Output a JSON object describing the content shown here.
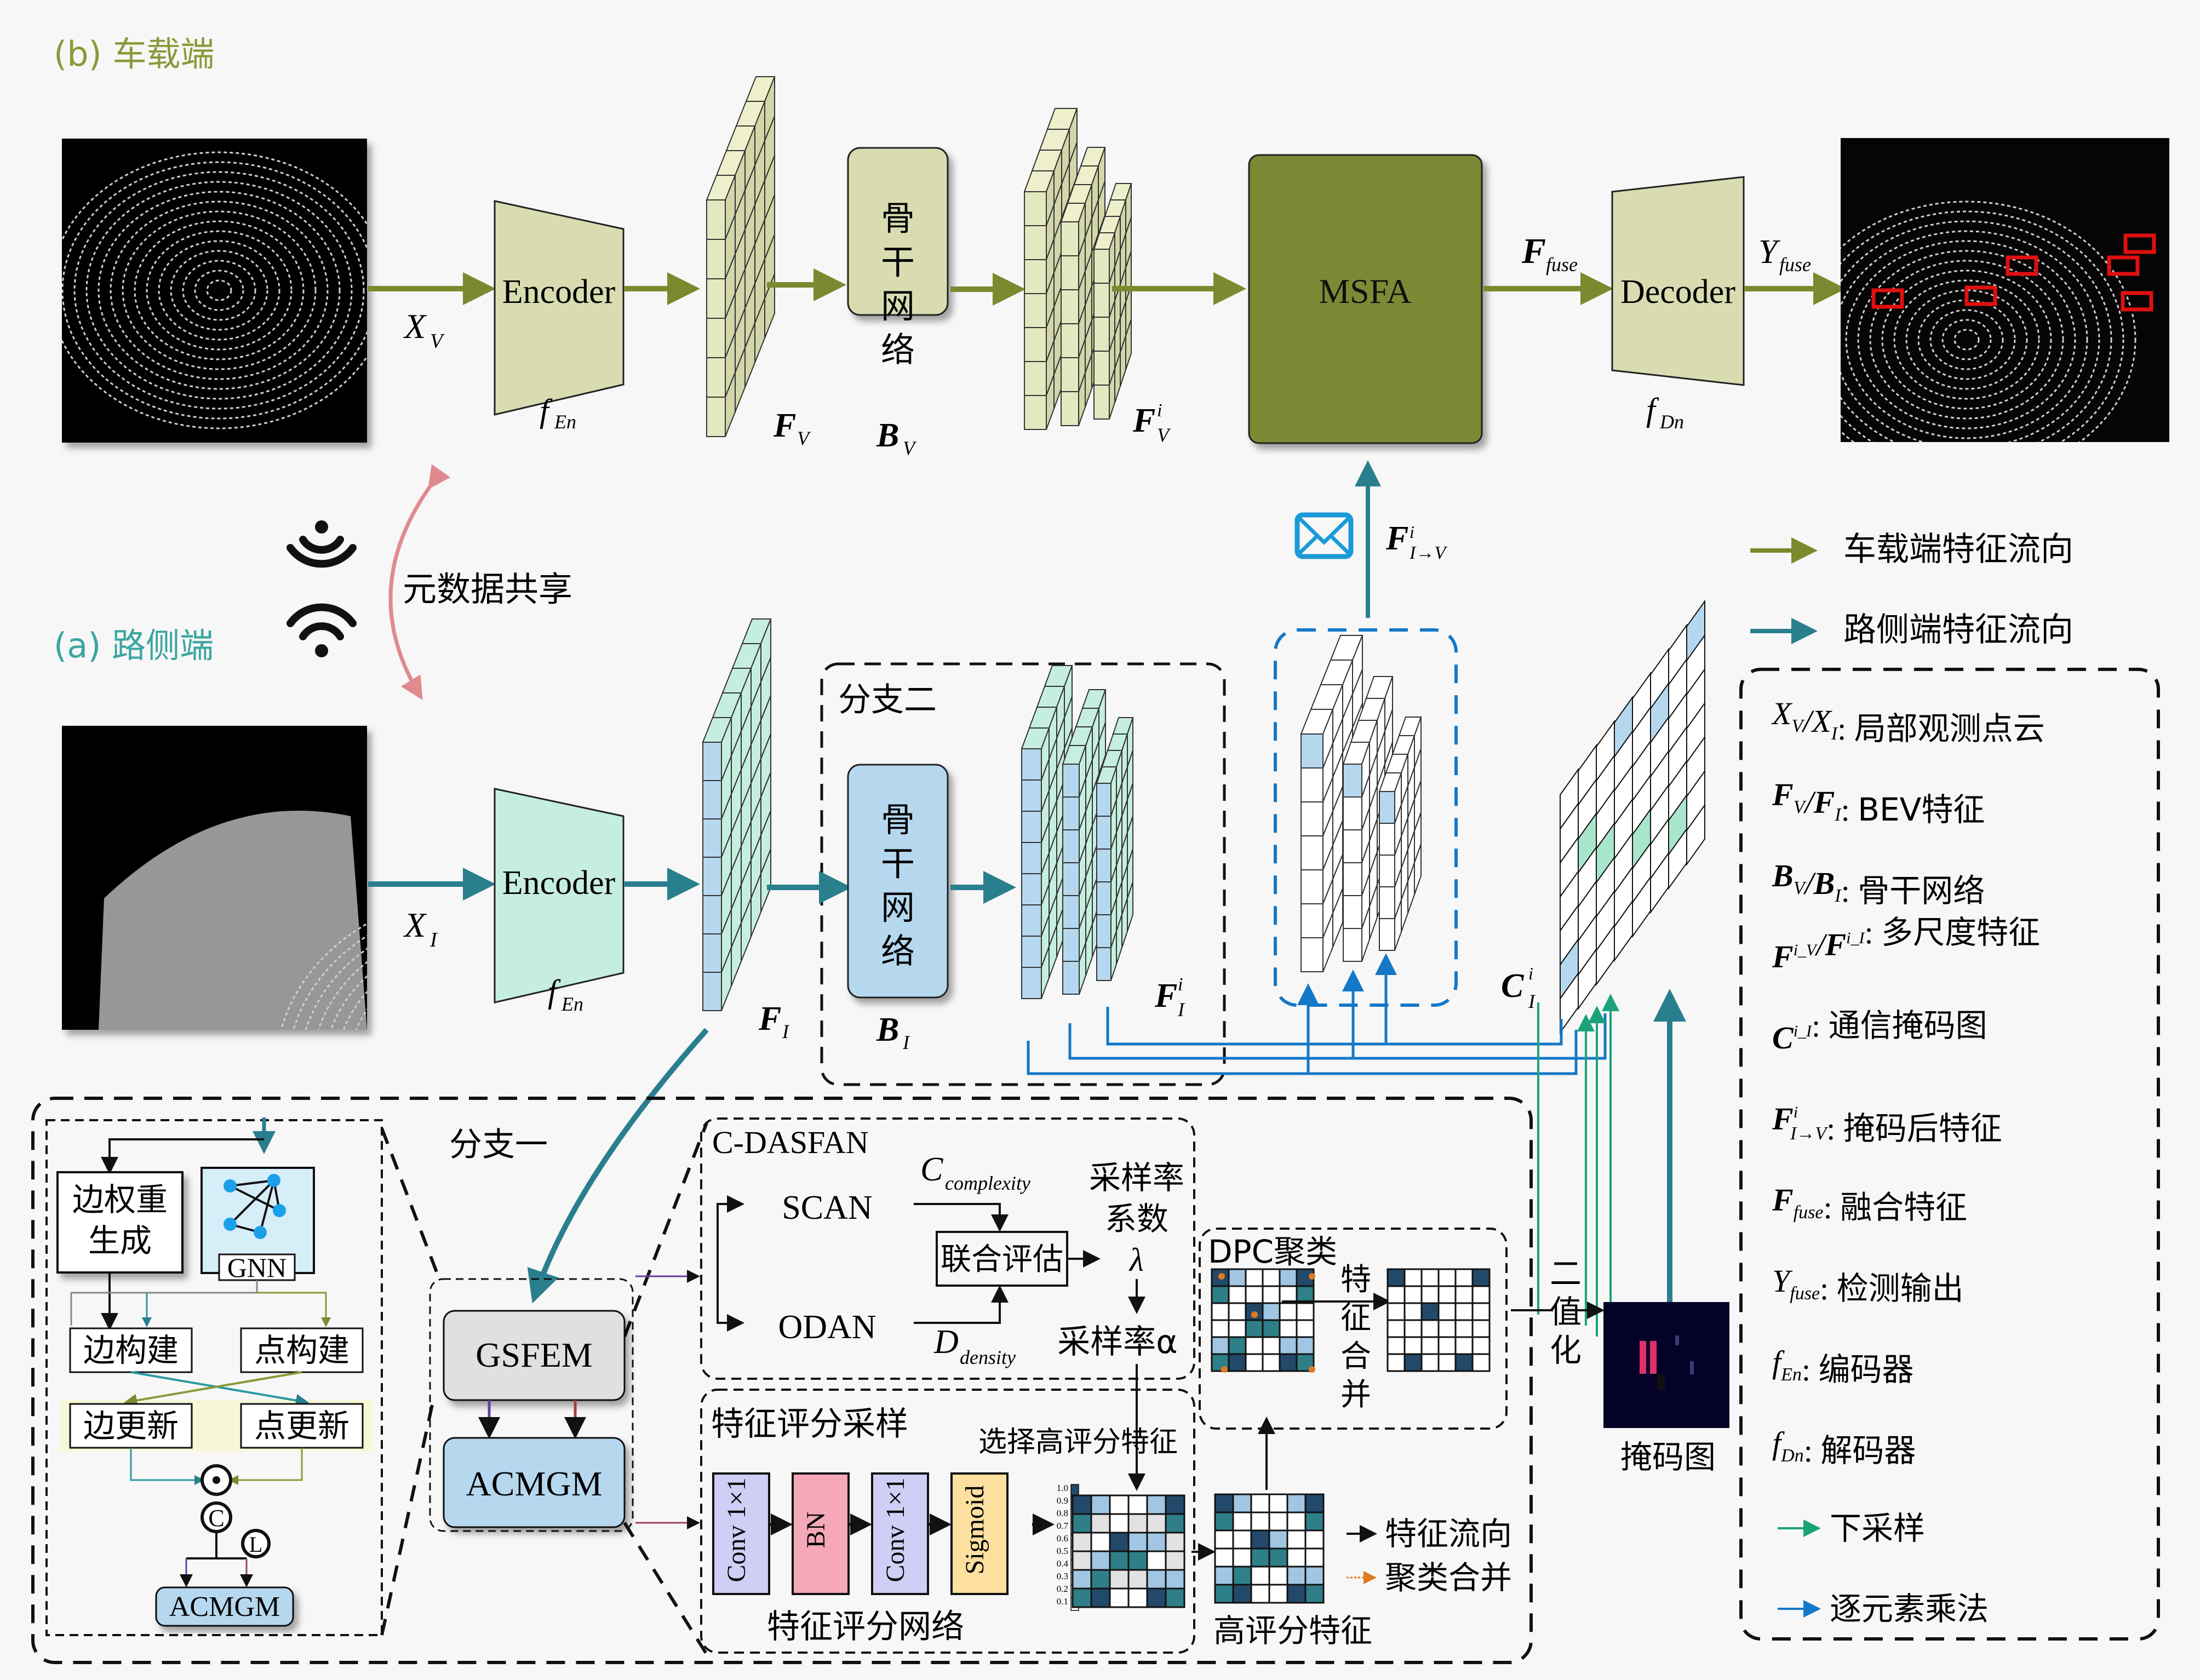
{
  "colors": {
    "vehicle_flow": "#7a8a2e",
    "roadside_flow": "#2a7f8e",
    "msfa_fill": "#7b8a35",
    "vehicle_box": "#d8dcb0",
    "vehicle_cube": "#e4e8c0",
    "roadside_box": "#b6d8ef",
    "roadside_encoder": "#c6eedf",
    "downsample_arrow": "#1aa37a",
    "elementwise_arrow": "#1478c8",
    "metadata_arc": "#e08a90",
    "label_vehicle": "#8a9a3a",
    "label_roadside": "#3aa6a0"
  },
  "vehicle": {
    "section_label": "(b) 车载端",
    "input_symbol": "X",
    "input_sub": "V",
    "encoder_label": "Encoder",
    "encoder_func": "f",
    "encoder_func_sub": "En",
    "feature_symbol": "F",
    "feature_sub": "V",
    "backbone_label": [
      "骨",
      "干",
      "网",
      "络"
    ],
    "backbone_symbol": "B",
    "backbone_sub": "V",
    "multiscale_symbol": "F",
    "multiscale_sup": "i",
    "multiscale_sub": "V",
    "msfa_label": "MSFA",
    "fuse_symbol": "F",
    "fuse_sub": "fuse",
    "decoder_label": "Decoder",
    "decoder_func": "f",
    "decoder_func_sub": "Dn",
    "output_symbol": "Y",
    "output_sub": "fuse"
  },
  "sharing": {
    "metadata_label": "元数据共享",
    "transfer_symbol": "F",
    "transfer_sup": "i",
    "transfer_sub": "I→V"
  },
  "roadside": {
    "section_label": "(a) 路侧端",
    "input_symbol": "X",
    "input_sub": "I",
    "encoder_label": "Encoder",
    "encoder_func": "f",
    "encoder_func_sub": "En",
    "feature_symbol": "F",
    "feature_sub": "I",
    "branch2_label": "分支二",
    "backbone_label": [
      "骨",
      "干",
      "网",
      "络"
    ],
    "backbone_symbol": "B",
    "backbone_sub": "I",
    "multiscale_symbol": "F",
    "multiscale_sup": "i",
    "multiscale_sub": "I",
    "mask_symbol": "C",
    "mask_sup": "i",
    "mask_sub": "I"
  },
  "branch1": {
    "label": "分支一",
    "gsfem_label": "GSFEM",
    "acmgm_label": "ACMGM",
    "gnn_detail": {
      "edge_weight_label": [
        "边权重",
        "生成"
      ],
      "gnn_label": "GNN",
      "edge_build": "边构建",
      "node_build": "点构建",
      "edge_update": "边更新",
      "node_update": "点更新",
      "op_dot": "⊙",
      "op_c": "C",
      "op_l": "L",
      "acmgm_label": "ACMGM"
    },
    "cdasfan": {
      "title": "C-DASFAN",
      "scan": "SCAN",
      "odan": "ODAN",
      "complexity_symbol": "C",
      "complexity_sub": "complexity",
      "density_symbol": "D",
      "density_sub": "density",
      "joint_eval": "联合评估",
      "lambda": "λ",
      "rate_coef": [
        "采样率",
        "系数"
      ],
      "rate_alpha": "采样率α"
    },
    "scoring": {
      "title": "特征评分采样",
      "select_label": "选择高评分特征",
      "layers": [
        "Conv 1×1",
        "BN",
        "Conv 1×1",
        "Sigmoid"
      ],
      "network_label": "特征评分网络",
      "colorbar_ticks": [
        "1.0",
        "0.9",
        "0.8",
        "0.7",
        "0.6",
        "0.5",
        "0.4",
        "0.3",
        "0.2",
        "0.1"
      ],
      "high_score_label": "高评分特征",
      "legend_flow": "特征流向",
      "legend_merge": "聚类合并"
    },
    "dpc": {
      "title": "DPC聚类",
      "merge_label": [
        "特",
        "征",
        "合",
        "并"
      ],
      "binarize_label": [
        "二",
        "值",
        "化"
      ],
      "mask_label": "掩码图"
    }
  },
  "score_grid": [
    [
      4,
      2,
      0,
      0,
      2,
      4
    ],
    [
      3,
      1,
      0,
      1,
      1,
      3
    ],
    [
      1,
      0,
      4,
      2,
      2,
      1
    ],
    [
      1,
      2,
      3,
      3,
      0,
      1
    ],
    [
      2,
      3,
      1,
      1,
      2,
      2
    ],
    [
      3,
      4,
      0,
      0,
      4,
      3
    ]
  ],
  "high_score_grid": [
    [
      4,
      2,
      0,
      0,
      2,
      4
    ],
    [
      3,
      0,
      0,
      0,
      0,
      3
    ],
    [
      0,
      0,
      4,
      2,
      0,
      0
    ],
    [
      0,
      0,
      3,
      3,
      0,
      0
    ],
    [
      2,
      3,
      0,
      0,
      2,
      2
    ],
    [
      3,
      4,
      0,
      0,
      4,
      3
    ]
  ],
  "merged_grid": [
    [
      4,
      0,
      0,
      0,
      0,
      4
    ],
    [
      0,
      0,
      0,
      0,
      0,
      0
    ],
    [
      0,
      0,
      4,
      0,
      0,
      0
    ],
    [
      0,
      0,
      0,
      0,
      0,
      0
    ],
    [
      0,
      0,
      0,
      0,
      0,
      0
    ],
    [
      0,
      4,
      0,
      0,
      4,
      0
    ]
  ],
  "legend": {
    "flow_items": [
      {
        "label": "车载端特征流向",
        "color": "#7a8a2e"
      },
      {
        "label": "路侧端特征流向",
        "color": "#2a7f8e"
      }
    ],
    "entries": [
      {
        "sym": "X_V/X_I:",
        "text": "局部观测点云"
      },
      {
        "sym": "F_V/F_I:",
        "text": "BEV特征"
      },
      {
        "sym": "B_V/B_I:",
        "text": "骨干网络"
      },
      {
        "sym": "F^i_V/F^i_I:",
        "text": "多尺度特征"
      },
      {
        "sym": "C^i_I:",
        "text": "通信掩码图"
      },
      {
        "sym": "F^i_I→V:",
        "text": "掩码后特征"
      },
      {
        "sym": "F_fuse:",
        "text": "融合特征"
      },
      {
        "sym": "Y_fuse:",
        "text": "检测输出"
      },
      {
        "sym": "f_En:",
        "text": "编码器"
      },
      {
        "sym": "f_Dn:",
        "text": "解码器"
      }
    ],
    "arrow_items": [
      {
        "label": "下采样",
        "color": "#1aa37a"
      },
      {
        "label": "逐元素乘法",
        "color": "#1478c8"
      }
    ]
  }
}
